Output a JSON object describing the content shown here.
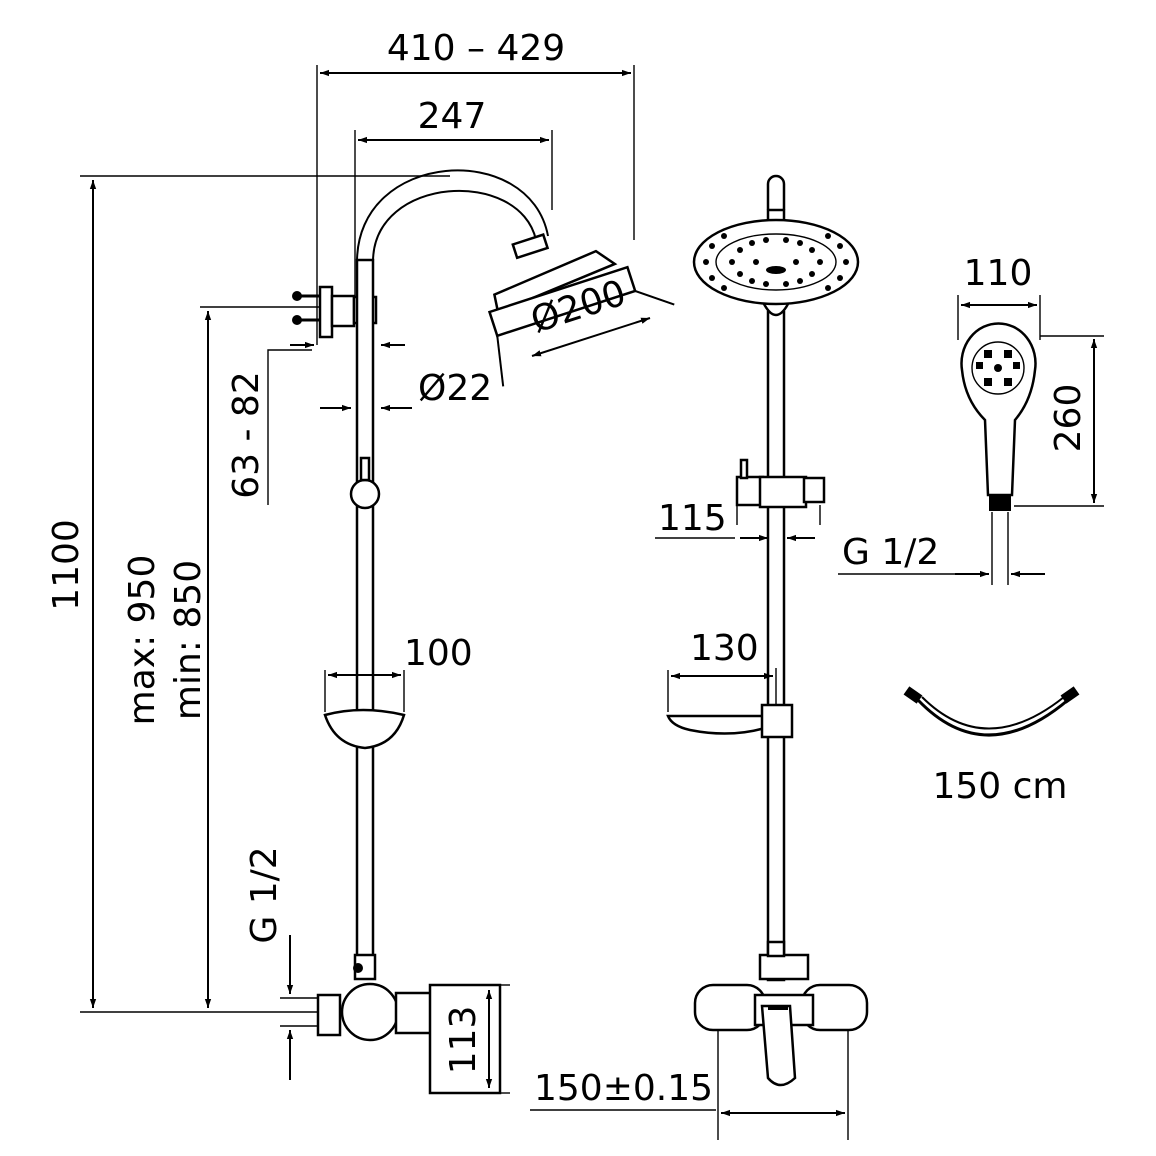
{
  "dimensions": {
    "reach_range": "410 – 429",
    "arm_length": "247",
    "head_diameter": "Ø200",
    "pipe_diameter": "Ø22",
    "wall_offset": "63 - 82",
    "total_height": "1100",
    "height_max": "max: 950",
    "height_min": "min: 850",
    "soap_dish_width": "100",
    "slider_width": "115",
    "soap_dish_depth": "130",
    "inlet_thread_left": "G 1/2",
    "mixer_height": "113",
    "inlet_spacing": "150±0.15",
    "hand_shower_width": "110",
    "hand_shower_length": "260",
    "hand_shower_thread": "G 1/2",
    "hose_length": "150 cm"
  },
  "colors": {
    "line": "#000000",
    "background": "#ffffff"
  }
}
